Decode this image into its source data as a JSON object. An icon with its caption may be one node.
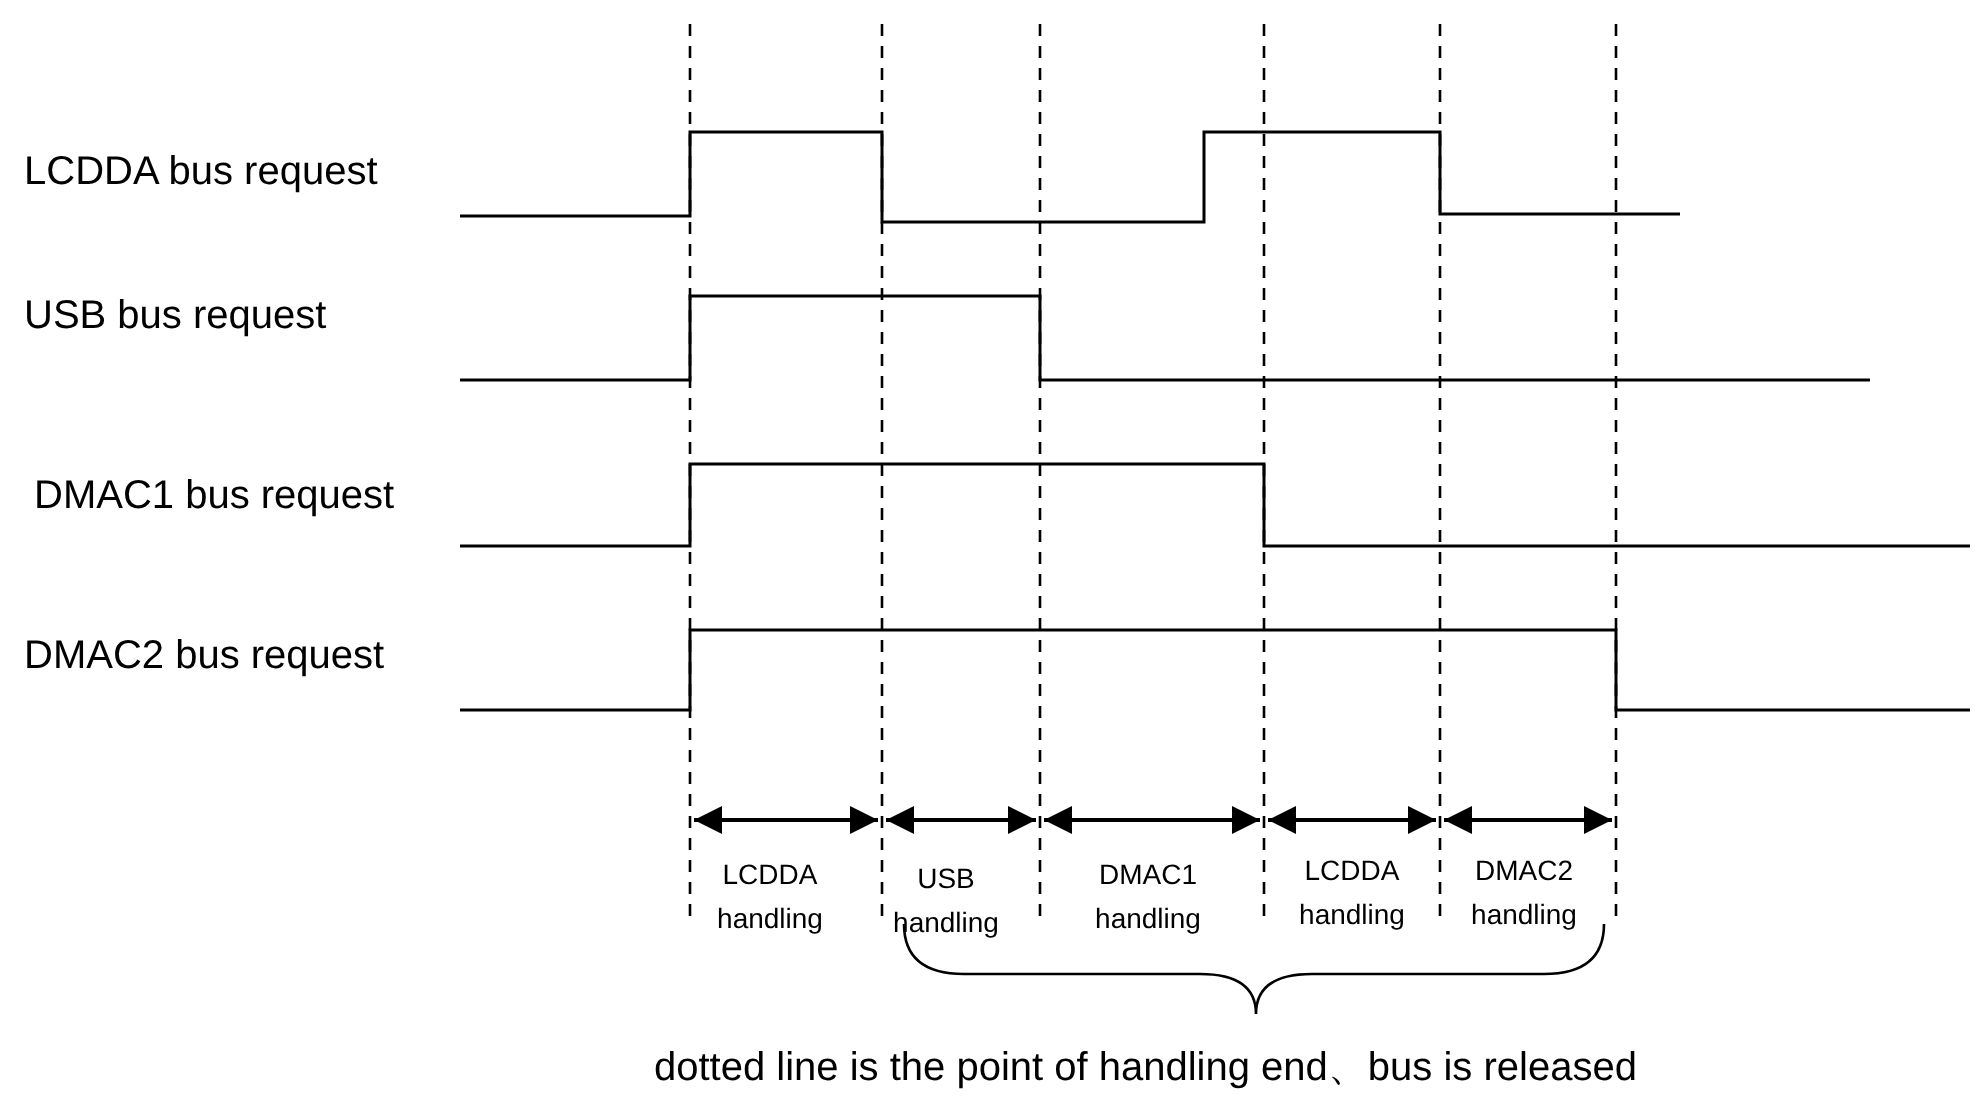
{
  "diagram": {
    "labels": [
      "LCDDA bus request",
      "USB bus request",
      "DMAC1 bus request",
      "DMAC2 bus request",
      "LCDDA handling",
      "USB handling",
      "DMAC1 handling",
      "LCDDA handling",
      "DMAC2 handling",
      "dotted line is the point of handling end、bus is released"
    ]
  }
}
